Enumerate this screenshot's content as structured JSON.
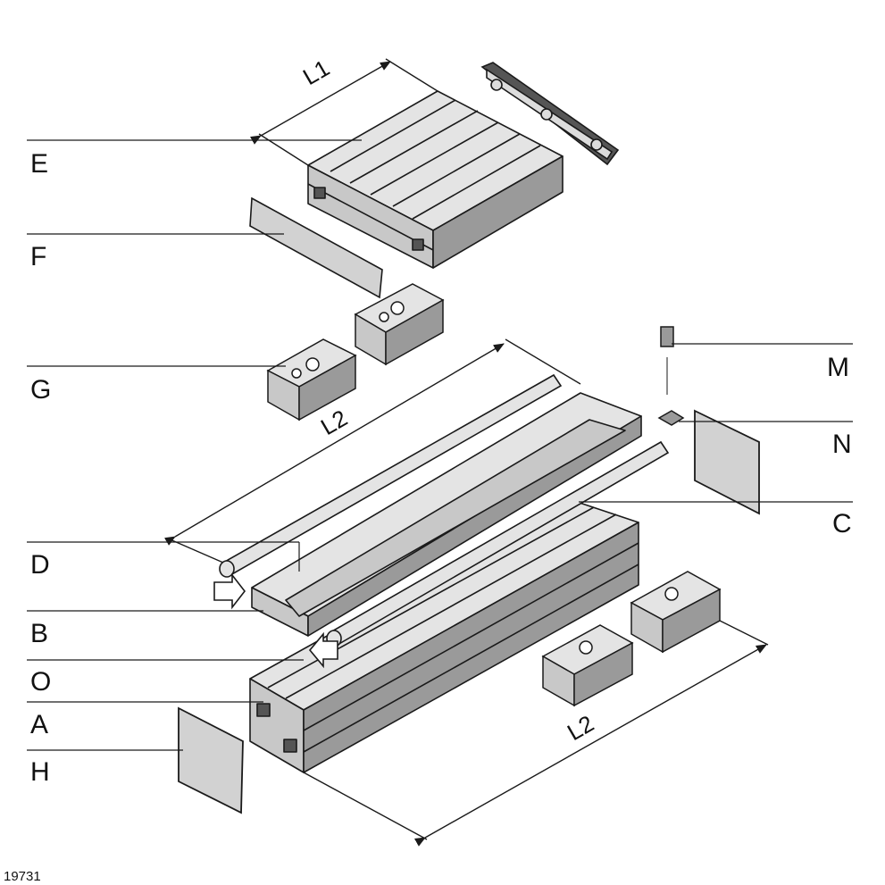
{
  "figure_code": "19731",
  "callouts": {
    "E": "E",
    "F": "F",
    "G": "G",
    "D": "D",
    "B": "B",
    "O": "O",
    "A": "A",
    "H": "H",
    "M": "M",
    "N": "N",
    "C": "C"
  },
  "dimensions": {
    "L1": "L1",
    "L2_upper": "L2",
    "L2_lower": "L2"
  },
  "colors": {
    "line": "#1a1a1a",
    "profile_light": "#e4e4e4",
    "profile_mid": "#c8c8c8",
    "profile_dark": "#9a9a9a",
    "cover_gray": "#d2d2d2",
    "background": "#ffffff"
  }
}
